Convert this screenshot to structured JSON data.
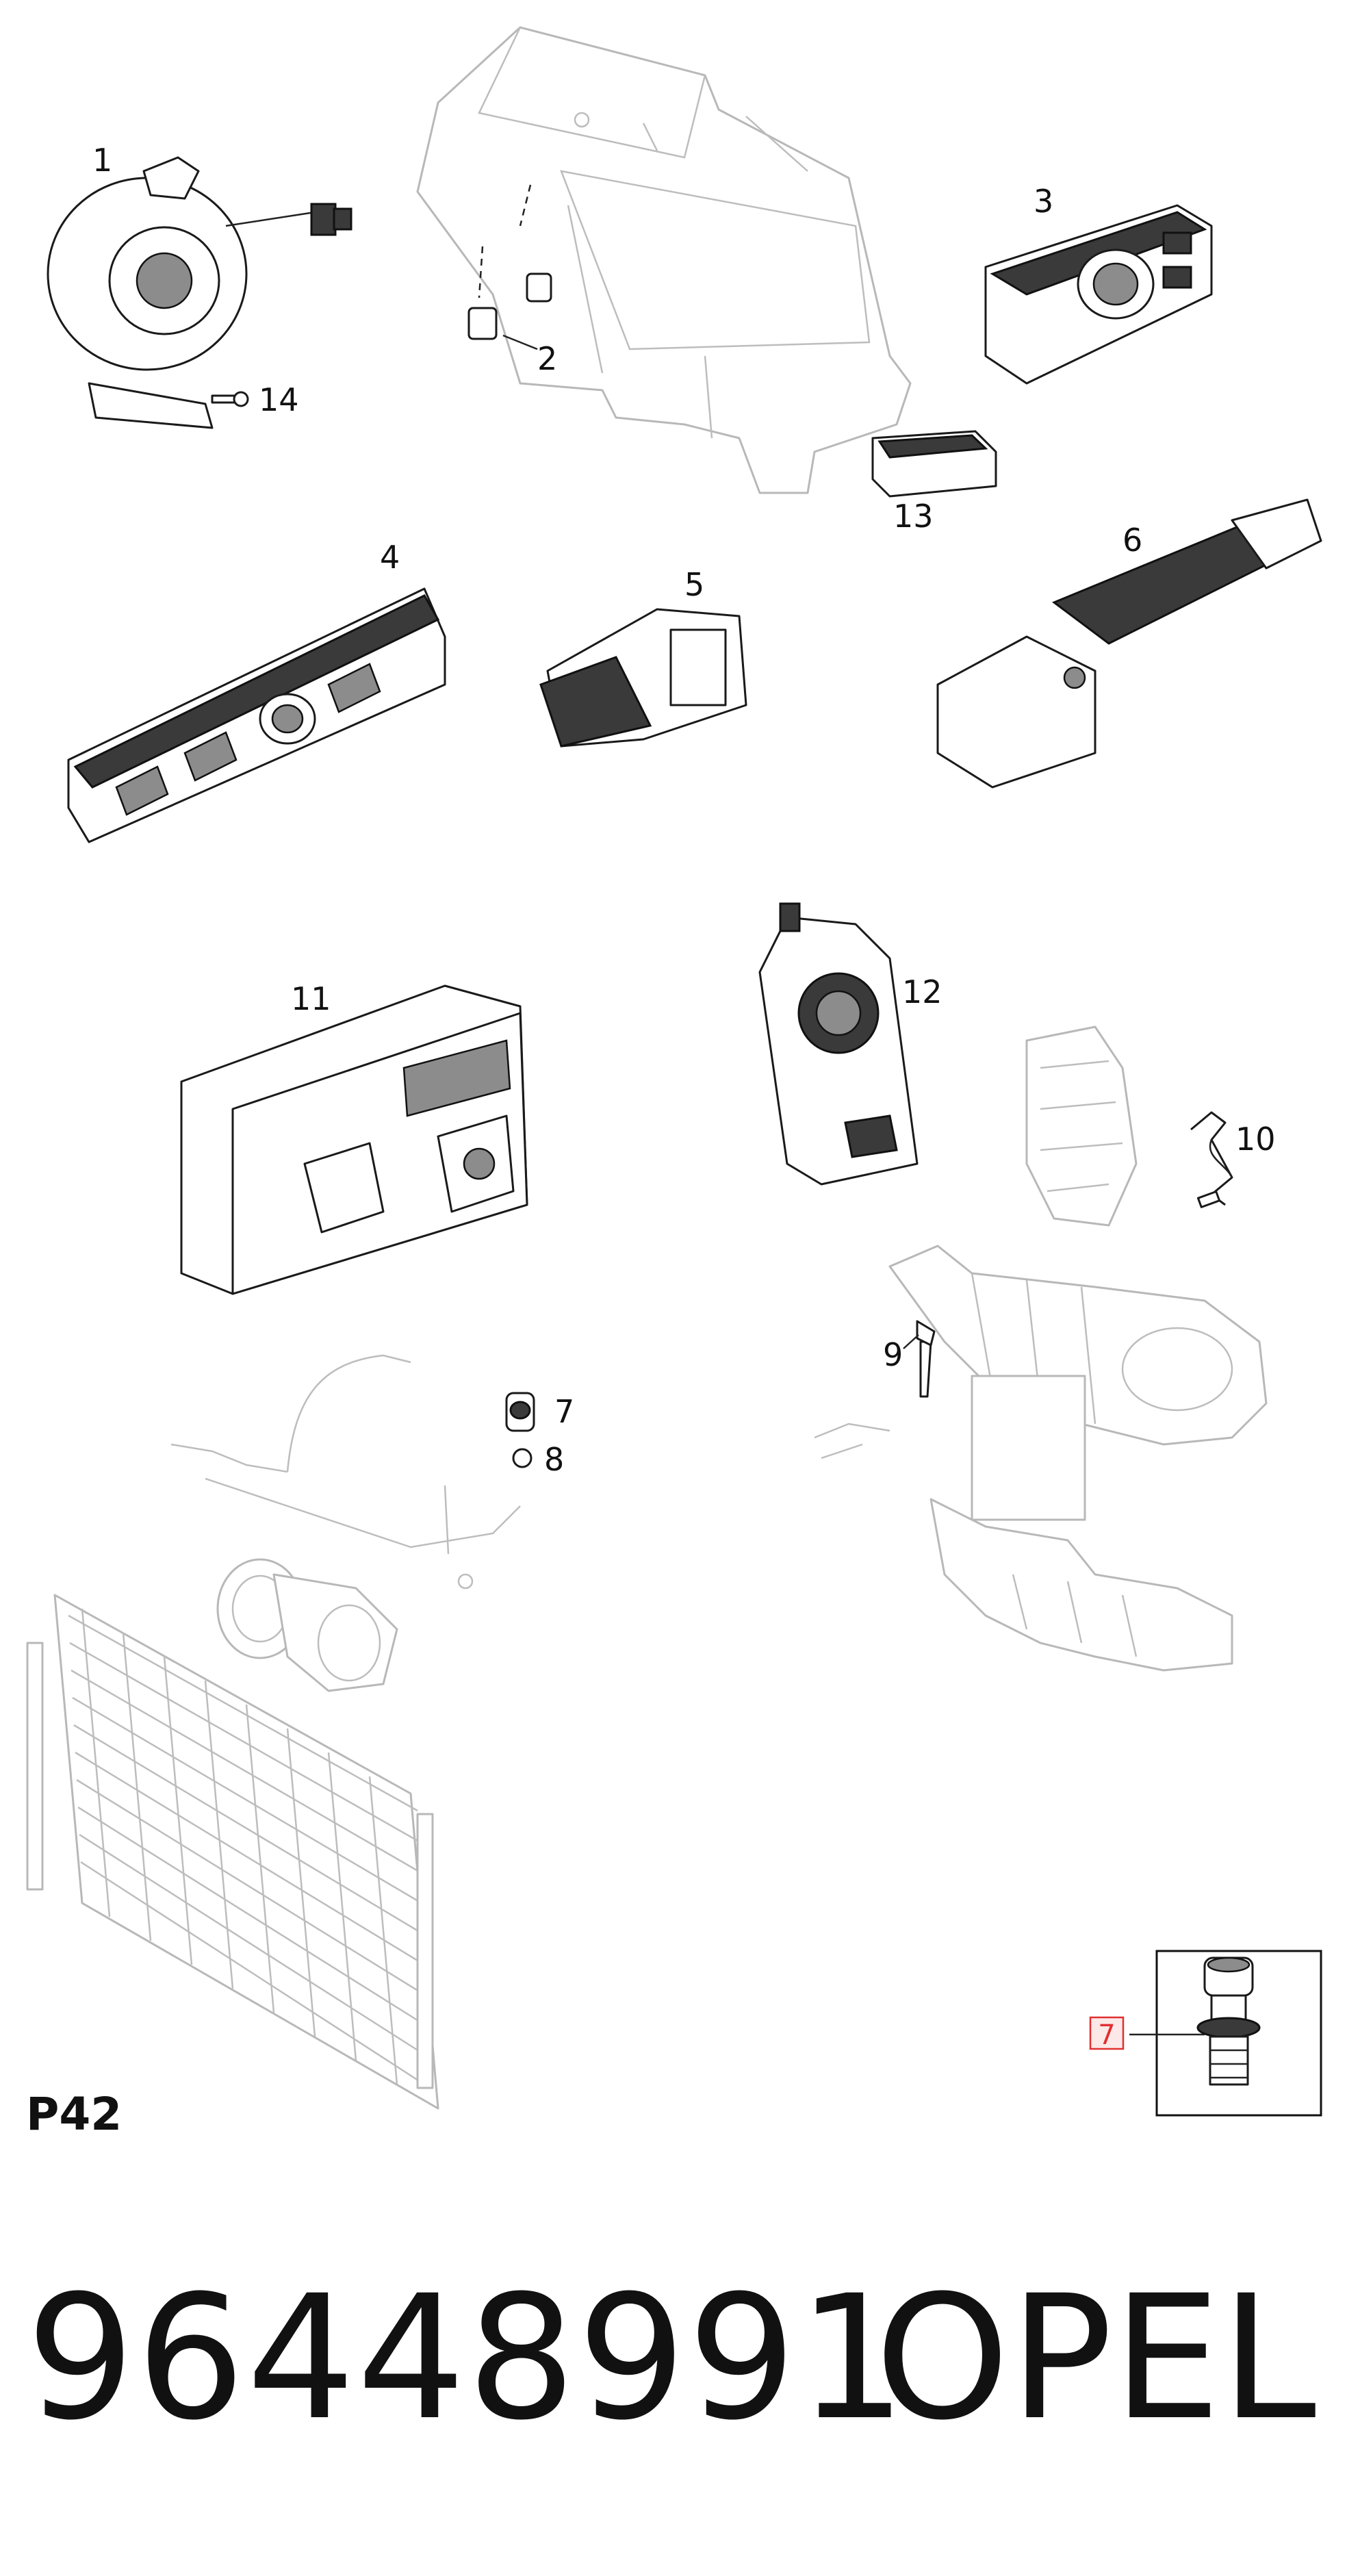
{
  "diagram": {
    "page_code": "P42",
    "callouts": {
      "c1": "1",
      "c2": "2",
      "c3": "3",
      "c4": "4",
      "c5": "5",
      "c6": "6",
      "c7": "7",
      "c8": "8",
      "c9": "9",
      "c10": "10",
      "c11": "11",
      "c12": "12",
      "c13": "13",
      "c14": "14"
    },
    "highlight": {
      "label": "7",
      "color": "#e03030"
    }
  },
  "footer": {
    "part_number": "96448991",
    "brand": "OPEL"
  }
}
